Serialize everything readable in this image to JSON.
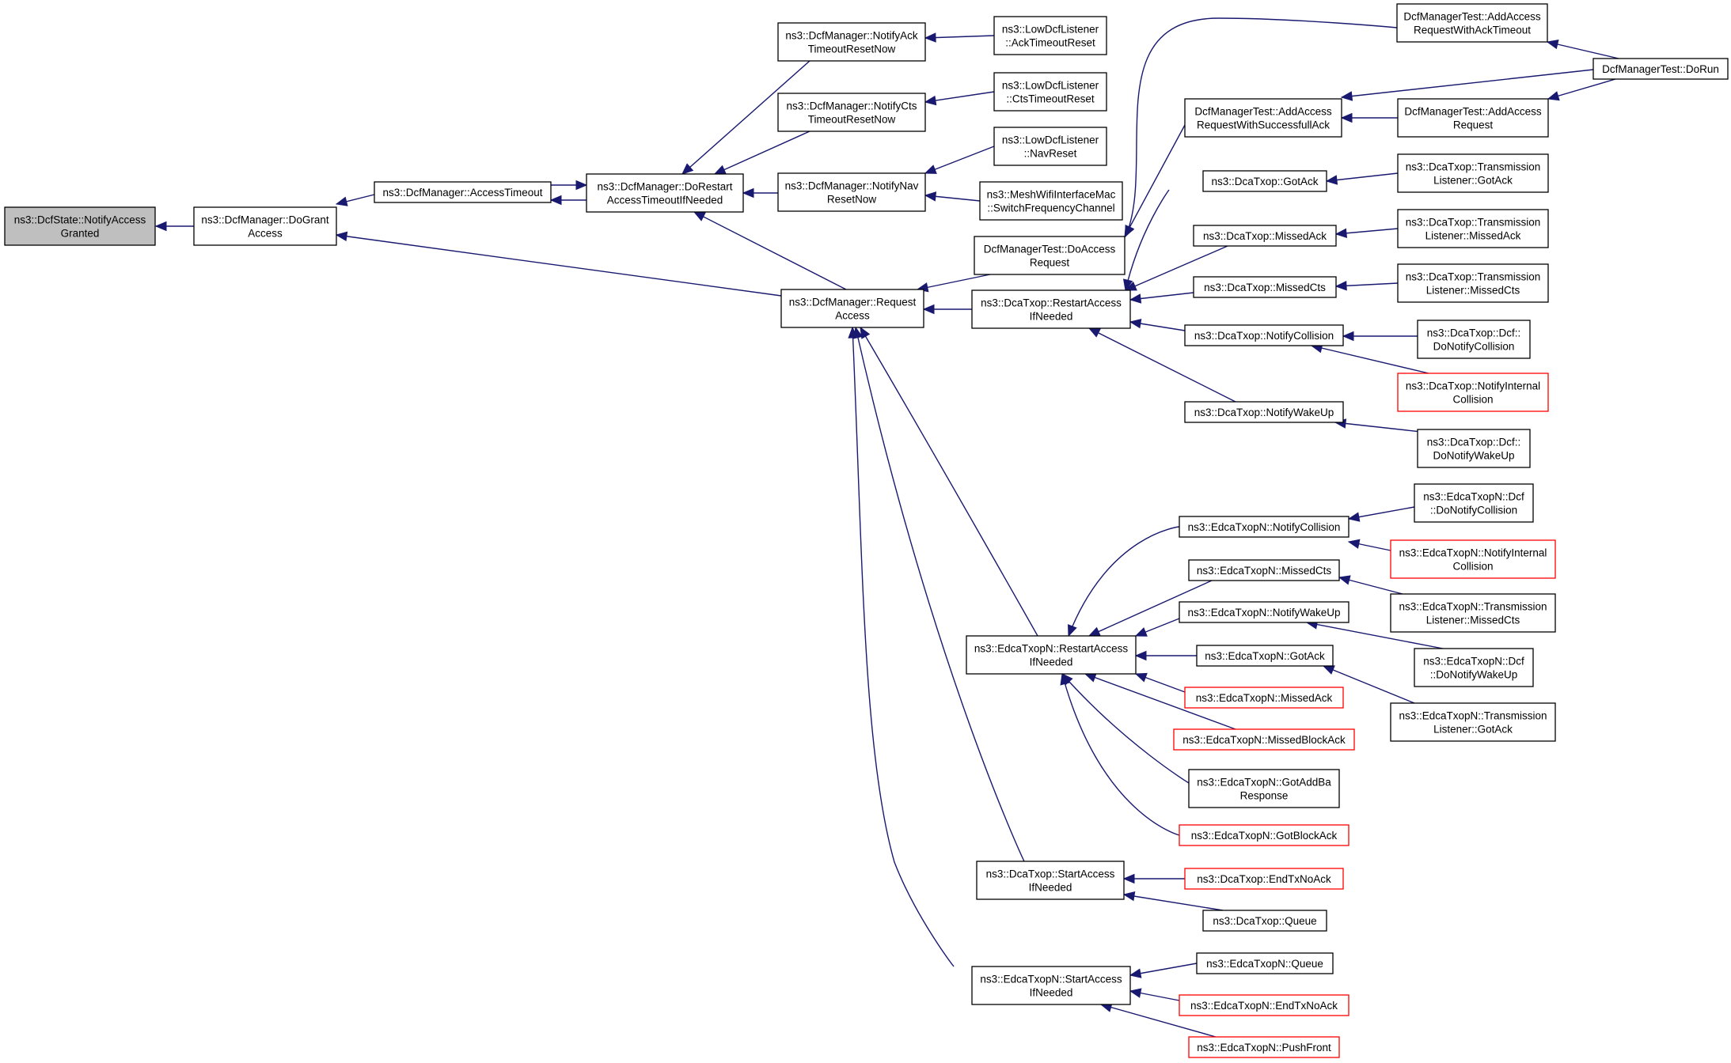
{
  "colors": {
    "edge": "#191970",
    "node_border": "#000000",
    "truncated_node_border": "#ff0000",
    "root_fill": "#bfbfbf",
    "node_fill": "#ffffff"
  },
  "nodes": [
    {
      "id": "n_root",
      "lines": [
        "ns3::DcfState::NotifyAccess",
        "Granted"
      ],
      "root": true
    },
    {
      "id": "n_dogrant",
      "lines": [
        "ns3::DcfManager::DoGrant",
        "Access"
      ]
    },
    {
      "id": "n_accesstimeout",
      "lines": [
        "ns3::DcfManager::AccessTimeout"
      ]
    },
    {
      "id": "n_dorestart",
      "lines": [
        "ns3::DcfManager::DoRestart",
        "AccessTimeoutIfNeeded"
      ]
    },
    {
      "id": "n_requestaccess",
      "lines": [
        "ns3::DcfManager::Request",
        "Access"
      ]
    },
    {
      "id": "n_notifyack",
      "lines": [
        "ns3::DcfManager::NotifyAck",
        "TimeoutResetNow"
      ]
    },
    {
      "id": "n_notifycts",
      "lines": [
        "ns3::DcfManager::NotifyCts",
        "TimeoutResetNow"
      ]
    },
    {
      "id": "n_notifynav",
      "lines": [
        "ns3::DcfManager::NotifyNav",
        "ResetNow"
      ]
    },
    {
      "id": "n_lowack",
      "lines": [
        "ns3::LowDcfListener",
        "::AckTimeoutReset"
      ]
    },
    {
      "id": "n_lowcts",
      "lines": [
        "ns3::LowDcfListener",
        "::CtsTimeoutReset"
      ]
    },
    {
      "id": "n_lownav",
      "lines": [
        "ns3::LowDcfListener",
        "::NavReset"
      ]
    },
    {
      "id": "n_meshwifi",
      "lines": [
        "ns3::MeshWifiInterfaceMac",
        "::SwitchFrequencyChannel"
      ]
    },
    {
      "id": "n_doaccessreq",
      "lines": [
        "DcfManagerTest::DoAccess",
        "Request"
      ]
    },
    {
      "id": "n_dca_restart",
      "lines": [
        "ns3::DcaTxop::RestartAccess",
        "IfNeeded"
      ]
    },
    {
      "id": "n_edca_restart",
      "lines": [
        "ns3::EdcaTxopN::RestartAccess",
        "IfNeeded"
      ]
    },
    {
      "id": "n_dca_start",
      "lines": [
        "ns3::DcaTxop::StartAccess",
        "IfNeeded"
      ]
    },
    {
      "id": "n_edca_start",
      "lines": [
        "ns3::EdcaTxopN::StartAccess",
        "IfNeeded"
      ]
    },
    {
      "id": "n_addacc_timeout",
      "lines": [
        "DcfManagerTest::AddAccess",
        "RequestWithAckTimeout"
      ]
    },
    {
      "id": "n_addacc_success",
      "lines": [
        "DcfManagerTest::AddAccess",
        "RequestWithSuccessfullAck"
      ]
    },
    {
      "id": "n_addacc_req",
      "lines": [
        "DcfManagerTest::AddAccess",
        "Request"
      ]
    },
    {
      "id": "n_dorun",
      "lines": [
        "DcfManagerTest::DoRun"
      ]
    },
    {
      "id": "n_dca_gotack",
      "lines": [
        "ns3::DcaTxop::GotAck"
      ]
    },
    {
      "id": "n_dca_missedack",
      "lines": [
        "ns3::DcaTxop::MissedAck"
      ]
    },
    {
      "id": "n_dca_missedcts",
      "lines": [
        "ns3::DcaTxop::MissedCts"
      ]
    },
    {
      "id": "n_dca_notifycoll",
      "lines": [
        "ns3::DcaTxop::NotifyCollision"
      ]
    },
    {
      "id": "n_dca_notifywake",
      "lines": [
        "ns3::DcaTxop::NotifyWakeUp"
      ]
    },
    {
      "id": "n_dca_tl_gotack",
      "lines": [
        "ns3::DcaTxop::Transmission",
        "Listener::GotAck"
      ]
    },
    {
      "id": "n_dca_tl_missedack",
      "lines": [
        "ns3::DcaTxop::Transmission",
        "Listener::MissedAck"
      ]
    },
    {
      "id": "n_dca_tl_missedcts",
      "lines": [
        "ns3::DcaTxop::Transmission",
        "Listener::MissedCts"
      ]
    },
    {
      "id": "n_dca_dcf_coll",
      "lines": [
        "ns3::DcaTxop::Dcf::",
        "DoNotifyCollision"
      ]
    },
    {
      "id": "n_dca_notifyint",
      "lines": [
        "ns3::DcaTxop::NotifyInternal",
        "Collision"
      ],
      "truncated": true
    },
    {
      "id": "n_dca_dcf_wake",
      "lines": [
        "ns3::DcaTxop::Dcf::",
        "DoNotifyWakeUp"
      ]
    },
    {
      "id": "n_edca_notifycoll",
      "lines": [
        "ns3::EdcaTxopN::NotifyCollision"
      ]
    },
    {
      "id": "n_edca_missedcts",
      "lines": [
        "ns3::EdcaTxopN::MissedCts"
      ]
    },
    {
      "id": "n_edca_notifywake",
      "lines": [
        "ns3::EdcaTxopN::NotifyWakeUp"
      ]
    },
    {
      "id": "n_edca_gotack",
      "lines": [
        "ns3::EdcaTxopN::GotAck"
      ]
    },
    {
      "id": "n_edca_missedack",
      "lines": [
        "ns3::EdcaTxopN::MissedAck"
      ],
      "truncated": true
    },
    {
      "id": "n_edca_missedblock",
      "lines": [
        "ns3::EdcaTxopN::MissedBlockAck"
      ],
      "truncated": true
    },
    {
      "id": "n_edca_gotaddba",
      "lines": [
        "ns3::EdcaTxopN::GotAddBa",
        "Response"
      ]
    },
    {
      "id": "n_edca_gotblock",
      "lines": [
        "ns3::EdcaTxopN::GotBlockAck"
      ],
      "truncated": true
    },
    {
      "id": "n_edca_dcf_coll",
      "lines": [
        "ns3::EdcaTxopN::Dcf",
        "::DoNotifyCollision"
      ]
    },
    {
      "id": "n_edca_notifyint",
      "lines": [
        "ns3::EdcaTxopN::NotifyInternal",
        "Collision"
      ],
      "truncated": true
    },
    {
      "id": "n_edca_tl_missedcts",
      "lines": [
        "ns3::EdcaTxopN::Transmission",
        "Listener::MissedCts"
      ]
    },
    {
      "id": "n_edca_dcf_wake",
      "lines": [
        "ns3::EdcaTxopN::Dcf",
        "::DoNotifyWakeUp"
      ]
    },
    {
      "id": "n_edca_tl_gotack",
      "lines": [
        "ns3::EdcaTxopN::Transmission",
        "Listener::GotAck"
      ]
    },
    {
      "id": "n_dca_endtx",
      "lines": [
        "ns3::DcaTxop::EndTxNoAck"
      ],
      "truncated": true
    },
    {
      "id": "n_dca_queue",
      "lines": [
        "ns3::DcaTxop::Queue"
      ]
    },
    {
      "id": "n_edca_queue",
      "lines": [
        "ns3::EdcaTxopN::Queue"
      ]
    },
    {
      "id": "n_edca_endtx",
      "lines": [
        "ns3::EdcaTxopN::EndTxNoAck"
      ],
      "truncated": true
    },
    {
      "id": "n_edca_pushfront",
      "lines": [
        "ns3::EdcaTxopN::PushFront"
      ],
      "truncated": true
    }
  ],
  "edges": [
    {
      "from": "n_dogrant",
      "to": "n_root"
    },
    {
      "from": "n_accesstimeout",
      "to": "n_dogrant"
    },
    {
      "from": "n_requestaccess",
      "to": "n_dogrant"
    },
    {
      "from": "n_dorestart",
      "to": "n_accesstimeout"
    },
    {
      "from": "n_accesstimeout",
      "to": "n_dorestart"
    },
    {
      "from": "n_notifyack",
      "to": "n_dorestart"
    },
    {
      "from": "n_notifycts",
      "to": "n_dorestart"
    },
    {
      "from": "n_notifynav",
      "to": "n_dorestart"
    },
    {
      "from": "n_requestaccess",
      "to": "n_dorestart"
    },
    {
      "from": "n_lowack",
      "to": "n_notifyack"
    },
    {
      "from": "n_lowcts",
      "to": "n_notifycts"
    },
    {
      "from": "n_lownav",
      "to": "n_notifynav"
    },
    {
      "from": "n_meshwifi",
      "to": "n_notifynav"
    },
    {
      "from": "n_doaccessreq",
      "to": "n_requestaccess"
    },
    {
      "from": "n_dca_restart",
      "to": "n_requestaccess"
    },
    {
      "from": "n_edca_restart",
      "to": "n_requestaccess"
    },
    {
      "from": "n_dca_start",
      "to": "n_requestaccess"
    },
    {
      "from": "n_edca_start",
      "to": "n_requestaccess"
    },
    {
      "from": "n_addacc_timeout",
      "to": "n_doaccessreq"
    },
    {
      "from": "n_addacc_success",
      "to": "n_doaccessreq"
    },
    {
      "from": "n_dorun",
      "to": "n_addacc_timeout"
    },
    {
      "from": "n_dorun",
      "to": "n_addacc_success"
    },
    {
      "from": "n_addacc_req",
      "to": "n_addacc_success"
    },
    {
      "from": "n_dorun",
      "to": "n_addacc_req"
    },
    {
      "from": "n_dca_gotack",
      "to": "n_dca_restart"
    },
    {
      "from": "n_dca_missedack",
      "to": "n_dca_restart"
    },
    {
      "from": "n_dca_missedcts",
      "to": "n_dca_restart"
    },
    {
      "from": "n_dca_notifycoll",
      "to": "n_dca_restart"
    },
    {
      "from": "n_dca_notifywake",
      "to": "n_dca_restart"
    },
    {
      "from": "n_dca_tl_gotack",
      "to": "n_dca_gotack"
    },
    {
      "from": "n_dca_tl_missedack",
      "to": "n_dca_missedack"
    },
    {
      "from": "n_dca_tl_missedcts",
      "to": "n_dca_missedcts"
    },
    {
      "from": "n_dca_dcf_coll",
      "to": "n_dca_notifycoll"
    },
    {
      "from": "n_dca_notifyint",
      "to": "n_dca_notifycoll"
    },
    {
      "from": "n_dca_dcf_wake",
      "to": "n_dca_notifywake"
    },
    {
      "from": "n_edca_notifycoll",
      "to": "n_edca_restart"
    },
    {
      "from": "n_edca_missedcts",
      "to": "n_edca_restart"
    },
    {
      "from": "n_edca_notifywake",
      "to": "n_edca_restart"
    },
    {
      "from": "n_edca_gotack",
      "to": "n_edca_restart"
    },
    {
      "from": "n_edca_missedack",
      "to": "n_edca_restart"
    },
    {
      "from": "n_edca_missedblock",
      "to": "n_edca_restart"
    },
    {
      "from": "n_edca_gotaddba",
      "to": "n_edca_restart"
    },
    {
      "from": "n_edca_gotblock",
      "to": "n_edca_restart"
    },
    {
      "from": "n_edca_dcf_coll",
      "to": "n_edca_notifycoll"
    },
    {
      "from": "n_edca_notifyint",
      "to": "n_edca_notifycoll"
    },
    {
      "from": "n_edca_tl_missedcts",
      "to": "n_edca_missedcts"
    },
    {
      "from": "n_edca_dcf_wake",
      "to": "n_edca_notifywake"
    },
    {
      "from": "n_edca_tl_gotack",
      "to": "n_edca_gotack"
    },
    {
      "from": "n_dca_endtx",
      "to": "n_dca_start"
    },
    {
      "from": "n_dca_queue",
      "to": "n_dca_start"
    },
    {
      "from": "n_edca_queue",
      "to": "n_edca_start"
    },
    {
      "from": "n_edca_endtx",
      "to": "n_edca_start"
    },
    {
      "from": "n_edca_pushfront",
      "to": "n_edca_start"
    }
  ]
}
